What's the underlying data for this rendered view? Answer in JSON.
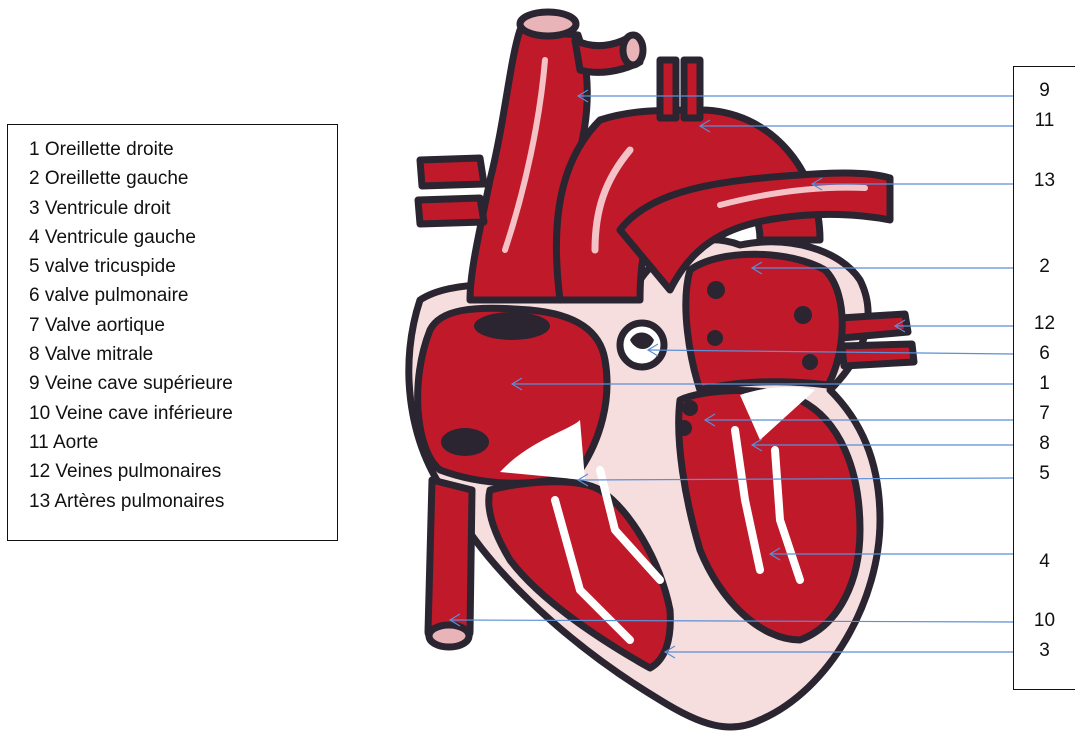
{
  "legend": {
    "items": [
      "1 Oreillette droite",
      "2 Oreillette gauche",
      "3 Ventricule droit",
      "4 Ventricule gauche",
      "5 valve tricuspide",
      "6 valve pulmonaire",
      "7 Valve aortique",
      "8 Valve mitrale",
      "9 Veine cave supérieure",
      "10 Veine cave inférieure",
      "11 Aorte",
      "12 Veines pulmonaires",
      "13 Artères pulmonaires"
    ]
  },
  "callouts": [
    "9",
    "11",
    "13",
    "2",
    "12",
    "6",
    "1",
    "7",
    "8",
    "5",
    "4",
    "10",
    "3"
  ],
  "colors": {
    "heart_red": "#c0192a",
    "outline": "#2a2530",
    "pericardium": "#f6dede",
    "leader_line": "#5b8fd6"
  }
}
